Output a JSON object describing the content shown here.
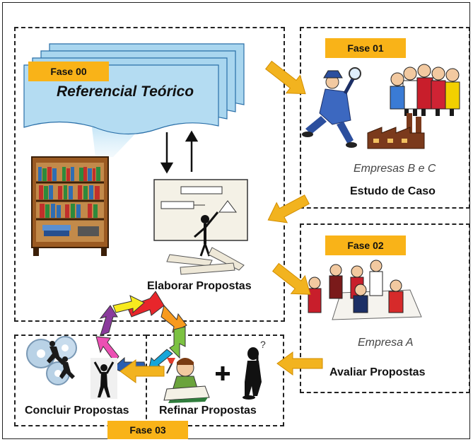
{
  "phases": {
    "fase00": "Fase 00",
    "fase01": "Fase 01",
    "fase02": "Fase 02",
    "fase03": "Fase 03"
  },
  "texts": {
    "referencial": "Referencial Teórico",
    "empresas_bc": "Empresas B e C",
    "estudo_caso": "Estudo de Caso",
    "elaborar": "Elaborar Propostas",
    "empresa_a": "Empresa A",
    "avaliar": "Avaliar Propostas",
    "concluir": "Concluir Propostas",
    "refinar": "Refinar Propostas"
  },
  "colors": {
    "phase_tag": "#f9b318",
    "arrow": "#f2b31f",
    "document": "#a9d6ef",
    "cycle": [
      "#e8262b",
      "#f79a1e",
      "#f7ea1e",
      "#7cc242",
      "#16a6d9",
      "#2a5db0",
      "#8a3b9c",
      "#ec4fb3"
    ]
  },
  "icons": [
    "document-stack-icon",
    "bookshelf-icon",
    "detective-icon",
    "business-people-icon",
    "factory-icon",
    "whiteboard-presenter-icon",
    "meeting-group-icon",
    "cycle-arrows-icon",
    "gears-runners-icon",
    "person-raising-hands-icon",
    "person-writing-icon",
    "thinking-person-icon"
  ]
}
